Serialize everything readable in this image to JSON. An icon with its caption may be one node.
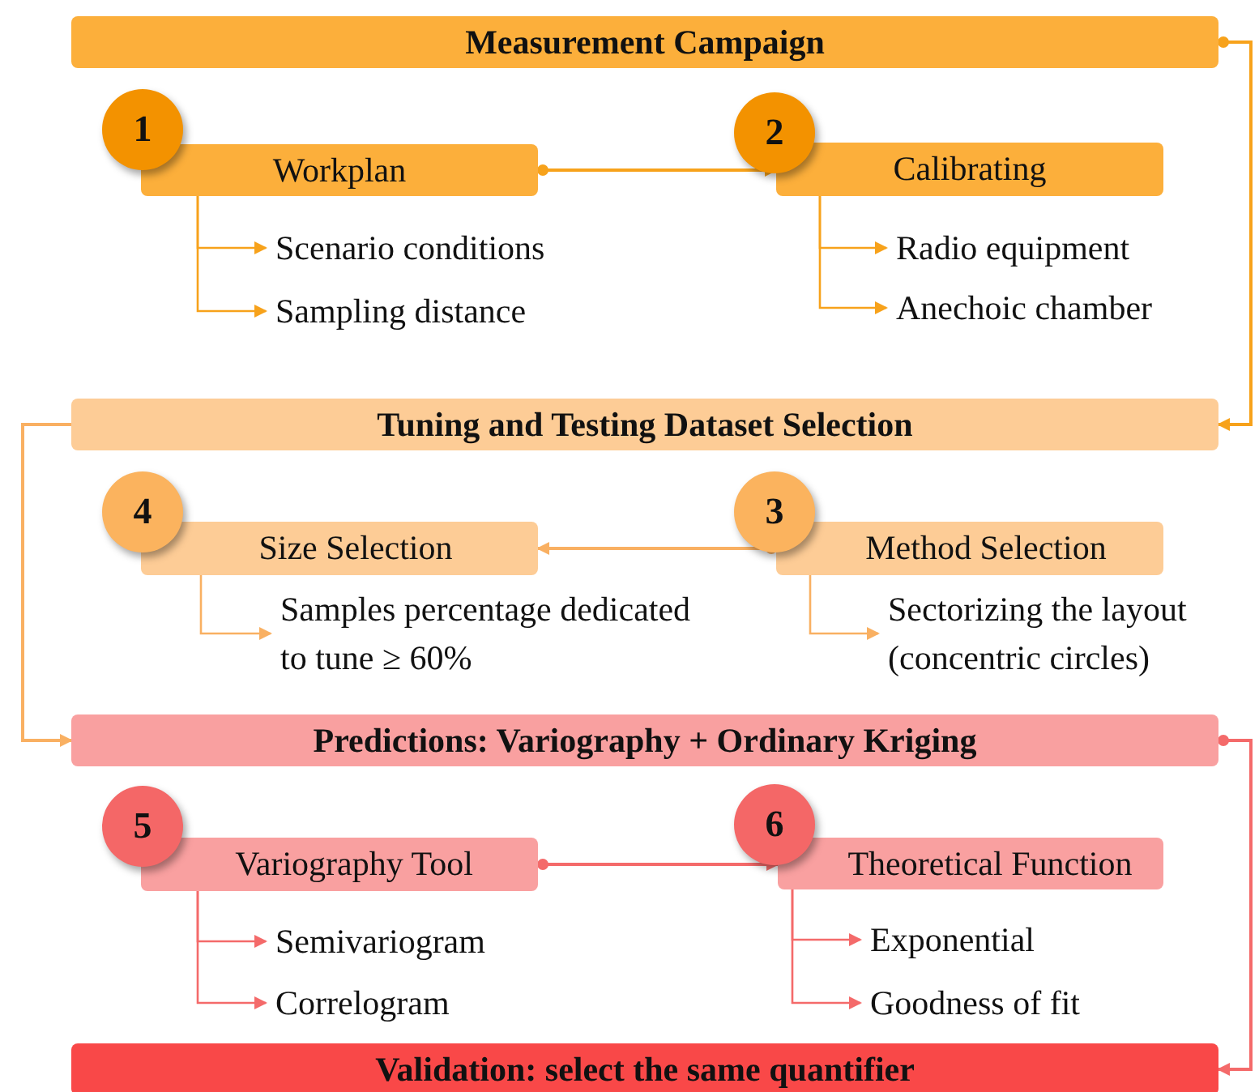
{
  "diagram": {
    "nodes": [
      {
        "text": [
          "Measurement Campaign"
        ]
      },
      {
        "text": [
          "1"
        ]
      },
      {
        "text": [
          "Workplan"
        ]
      },
      {
        "text": [
          "2"
        ]
      },
      {
        "text": [
          "Calibrating"
        ]
      },
      {
        "text": [
          "Scenario conditions"
        ]
      },
      {
        "text": [
          "Radio equipment"
        ]
      },
      {
        "text": [
          "Sampling distance"
        ]
      },
      {
        "text": [
          "Anechoic chamber"
        ]
      },
      {
        "text": [
          "Tuning and Testing Dataset Selection"
        ]
      },
      {
        "text": [
          "4"
        ]
      },
      {
        "text": [
          "Size Selection"
        ]
      },
      {
        "text": [
          "3"
        ]
      },
      {
        "text": [
          "Method Selection"
        ]
      },
      {
        "text": [
          "Samples percentage dedicated to tune ≥ 60%"
        ]
      },
      {
        "text": [
          "Sectorizing the layout (concentric circles)"
        ]
      },
      {
        "text": [
          "Predictions: Variography + Ordinary Kriging"
        ]
      },
      {
        "text": [
          "5"
        ]
      },
      {
        "text": [
          "Variography Tool"
        ]
      },
      {
        "text": [
          "6"
        ]
      },
      {
        "text": [
          "Theoretical Function"
        ]
      },
      {
        "text": [
          "Semivariogram"
        ]
      },
      {
        "text": [
          "Exponential"
        ]
      },
      {
        "text": [
          "Correlogram"
        ]
      },
      {
        "text": [
          "Goodness of fit"
        ]
      },
      {
        "text": [
          "Validation: select the same quantifier"
        ]
      }
    ],
    "edges": [
      {
        "from": 0,
        "to": 9,
        "arrow": "to",
        "color": "#f7a21b"
      },
      {
        "from": 2,
        "to": 4,
        "arrow": "to",
        "color": "#f7a21b"
      },
      {
        "from": 2,
        "to": 5,
        "arrow": "to",
        "color": "#f7a21b"
      },
      {
        "from": 2,
        "to": 7,
        "arrow": "to",
        "color": "#f7a21b"
      },
      {
        "from": 4,
        "to": 6,
        "arrow": "to",
        "color": "#f7a21b"
      },
      {
        "from": 4,
        "to": 8,
        "arrow": "to",
        "color": "#f7a21b"
      },
      {
        "from": 13,
        "to": 11,
        "arrow": "to",
        "color": "#f9b062"
      },
      {
        "from": 11,
        "to": 14,
        "arrow": "to",
        "color": "#f9b062"
      },
      {
        "from": 13,
        "to": 15,
        "arrow": "to",
        "color": "#f9b062"
      },
      {
        "from": 9,
        "to": 16,
        "arrow": "to",
        "color": "#f9b062"
      },
      {
        "from": 18,
        "to": 20,
        "arrow": "to",
        "color": "#f46a6a"
      },
      {
        "from": 18,
        "to": 21,
        "arrow": "to",
        "color": "#f46a6a"
      },
      {
        "from": 18,
        "to": 23,
        "arrow": "to",
        "color": "#f46a6a"
      },
      {
        "from": 20,
        "to": 22,
        "arrow": "to",
        "color": "#f46a6a"
      },
      {
        "from": 20,
        "to": 24,
        "arrow": "to",
        "color": "#f46a6a"
      },
      {
        "from": 16,
        "to": 25,
        "arrow": "to",
        "color": "#f46a6a"
      }
    ]
  }
}
